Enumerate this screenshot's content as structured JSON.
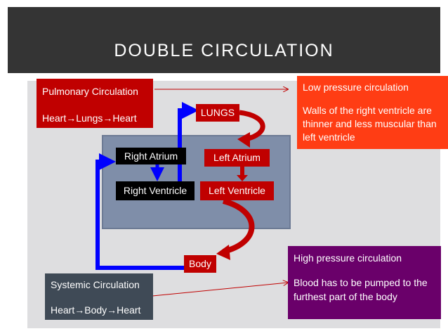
{
  "title": "DOUBLE CIRCULATION",
  "pulmonary": {
    "heading": "Pulmonary Circulation",
    "path": "Heart→Lungs→Heart"
  },
  "low_pressure": {
    "heading": "Low pressure circulation",
    "description": "Walls of the right ventricle are thinner and less muscular than left ventricle"
  },
  "nodes": {
    "lungs": "LUNGS",
    "right_atrium": "Right Atrium",
    "left_atrium": "Left Atrium",
    "right_ventricle": "Right Ventricle",
    "left_ventricle": "Left Ventricle",
    "body": "Body"
  },
  "systemic": {
    "heading": "Systemic Circulation",
    "path": "Heart→Body→Heart"
  },
  "high_pressure": {
    "heading": "High pressure circulation",
    "description": "Blood has to be pumped to the furthest part of the body"
  },
  "colors": {
    "title_bar": "#343434",
    "pulmonary_red": "#c00000",
    "low_pressure_orange": "#ff3d14",
    "high_pressure_purple": "#6a006a",
    "systemic_gray": "#3f4a56",
    "heart_box": "#7f8ea9",
    "blue_flow": "#0000ff"
  }
}
